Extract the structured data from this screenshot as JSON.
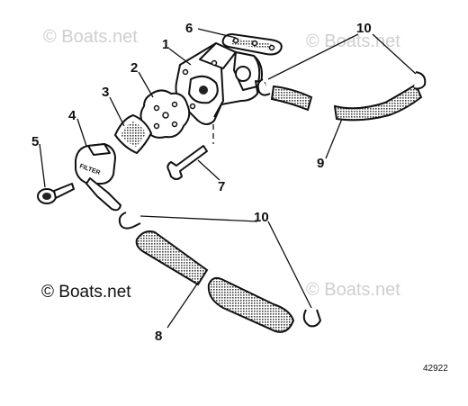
{
  "watermarks": {
    "top_left": "© Boats.net",
    "top_right": "© Boats.net",
    "mid_right": "© Boats.net",
    "copyright": "© Boats.net"
  },
  "callouts": {
    "c1": "1",
    "c2": "2",
    "c3": "3",
    "c4": "4",
    "c5": "5",
    "c6": "6",
    "c7": "7",
    "c8": "8",
    "c9": "9",
    "c10_top": "10",
    "c10_bottom": "10"
  },
  "filter_label": "FILTER",
  "figure_number": "42922"
}
